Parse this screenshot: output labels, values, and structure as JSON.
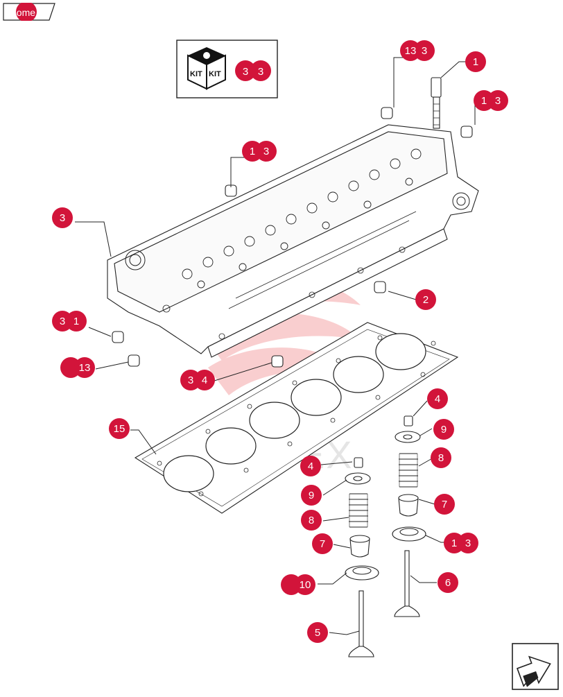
{
  "nav": {
    "home_label": "home"
  },
  "kit": {
    "label_left": "KIT",
    "label_right": "KIT",
    "callout_a": "3",
    "callout_b": "3"
  },
  "watermark": {
    "text": "ИНТЕХ"
  },
  "colors": {
    "callout": "#d2143a",
    "line": "#222222",
    "watermark": "#e8262b"
  },
  "callouts": [
    {
      "id": "c13-top",
      "a": "13",
      "b": "3"
    },
    {
      "id": "c1-bolt",
      "a": "1",
      "b": ""
    },
    {
      "id": "c1x3-right",
      "a": "1",
      "b": "3"
    },
    {
      "id": "c1x3-mid",
      "a": "1",
      "b": "3"
    },
    {
      "id": "c3-head",
      "a": "3",
      "b": ""
    },
    {
      "id": "c2",
      "a": "2",
      "b": ""
    },
    {
      "id": "c3-1",
      "a": "3",
      "b": "1"
    },
    {
      "id": "c13-left",
      "a": "",
      "b": "13"
    },
    {
      "id": "c3-4",
      "a": "3",
      "b": "4"
    },
    {
      "id": "c15",
      "a": "15",
      "b": ""
    },
    {
      "id": "c4-right",
      "a": "4",
      "b": ""
    },
    {
      "id": "c9-right",
      "a": "9",
      "b": ""
    },
    {
      "id": "c8-right",
      "a": "8",
      "b": ""
    },
    {
      "id": "c7-right",
      "a": "7",
      "b": ""
    },
    {
      "id": "c1x3-seal",
      "a": "1",
      "b": "3"
    },
    {
      "id": "c6",
      "a": "6",
      "b": ""
    },
    {
      "id": "c4-left",
      "a": "4",
      "b": ""
    },
    {
      "id": "c9-left",
      "a": "9",
      "b": ""
    },
    {
      "id": "c8-left",
      "a": "8",
      "b": ""
    },
    {
      "id": "c7-left",
      "a": "7",
      "b": ""
    },
    {
      "id": "c10",
      "a": "",
      "b": "10"
    },
    {
      "id": "c5",
      "a": "5",
      "b": ""
    }
  ]
}
